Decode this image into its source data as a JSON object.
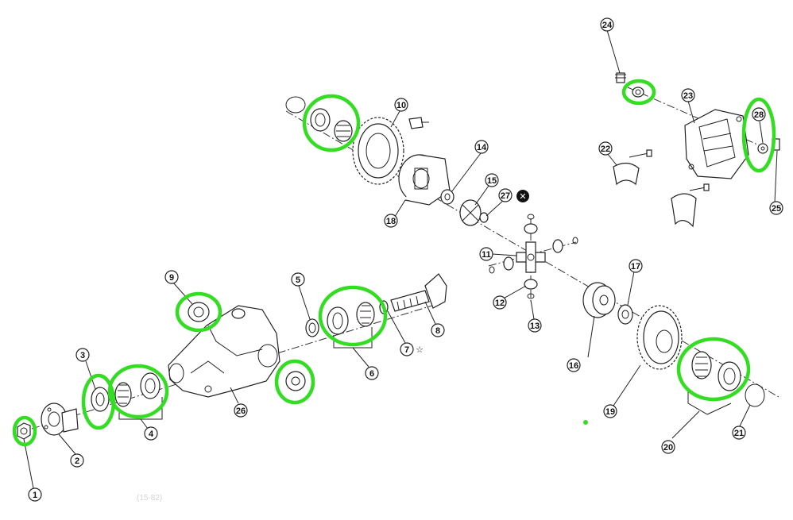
{
  "diagram": {
    "callouts": [
      {
        "id": "c1",
        "label": "1"
      },
      {
        "id": "c2",
        "label": "2"
      },
      {
        "id": "c3",
        "label": "3"
      },
      {
        "id": "c4",
        "label": "4"
      },
      {
        "id": "c5",
        "label": "5"
      },
      {
        "id": "c6",
        "label": "6"
      },
      {
        "id": "c7",
        "label": "7"
      },
      {
        "id": "c8",
        "label": "8"
      },
      {
        "id": "c9",
        "label": "9"
      },
      {
        "id": "c10",
        "label": "10"
      },
      {
        "id": "c11",
        "label": "11"
      },
      {
        "id": "c12",
        "label": "12"
      },
      {
        "id": "c13",
        "label": "13"
      },
      {
        "id": "c14",
        "label": "14"
      },
      {
        "id": "c15",
        "label": "15"
      },
      {
        "id": "c16",
        "label": "16"
      },
      {
        "id": "c17",
        "label": "17"
      },
      {
        "id": "c18",
        "label": "18"
      },
      {
        "id": "c19",
        "label": "19"
      },
      {
        "id": "c20",
        "label": "20"
      },
      {
        "id": "c21",
        "label": "21"
      },
      {
        "id": "c22",
        "label": "22"
      },
      {
        "id": "c23",
        "label": "23"
      },
      {
        "id": "c24",
        "label": "24"
      },
      {
        "id": "c25",
        "label": "25"
      },
      {
        "id": "c26",
        "label": "26"
      },
      {
        "id": "c27",
        "label": "27"
      },
      {
        "id": "c28",
        "label": "28"
      }
    ],
    "star_mark": "☆",
    "nonreusable_mark": "✕",
    "faint_page_ref": "(15-82)",
    "highlight_color": "#33dd22"
  }
}
